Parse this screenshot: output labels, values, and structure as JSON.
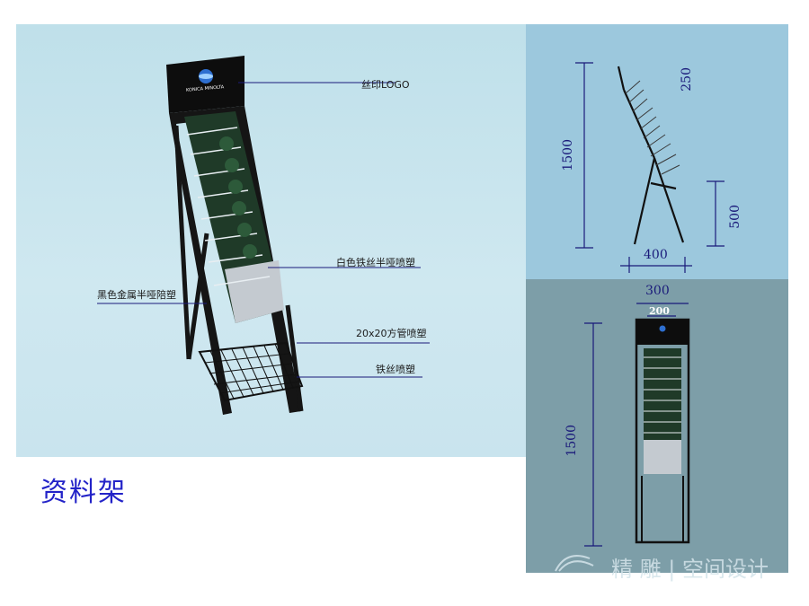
{
  "title": "资料架",
  "callouts": {
    "silk_logo": "丝印LOGO",
    "white_wire": "白色铁丝半哑喷塑",
    "black_metal": "黑色金属半哑陪塑",
    "tube": "20x20方管喷塑",
    "iron_wire": "铁丝喷塑"
  },
  "brand_text": "KONICA MINOLTA",
  "side_view": {
    "height": "1500",
    "top": "250",
    "lower": "500",
    "depth": "400"
  },
  "front_view": {
    "width": "300",
    "inner_width": "200",
    "height": "1500"
  },
  "watermark": "精 雕 | 空间设计",
  "colors": {
    "dimension": "#1a1a7a",
    "title": "#2323c8",
    "frame": "#111111"
  }
}
